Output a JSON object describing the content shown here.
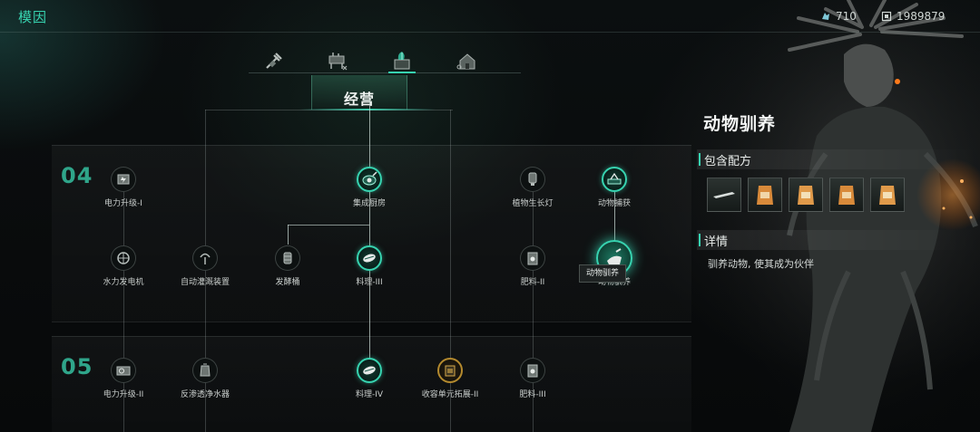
{
  "app": {
    "title": "模因"
  },
  "resources": [
    {
      "icon": "crystal-icon",
      "value": "710"
    },
    {
      "icon": "chip-icon",
      "value": "1989879"
    }
  ],
  "tabs": [
    {
      "icon": "tools-icon"
    },
    {
      "icon": "workbench-icon"
    },
    {
      "icon": "farm-plant-icon",
      "active": true
    },
    {
      "icon": "house-icon"
    }
  ],
  "category": {
    "title": "经营"
  },
  "tiers": [
    {
      "label": "04"
    },
    {
      "label": "05"
    }
  ],
  "nodes": {
    "power1": "电力升级-I",
    "kitchen": "集成厨房",
    "plantlight": "植物生长灯",
    "capture": "动物捕获",
    "hydro": "水力发电机",
    "irrigation": "自动灌溉装置",
    "ferment": "发酵桶",
    "cook3": "料理-III",
    "fert2": "肥料-II",
    "husbandry": "动物驯养",
    "power2": "电力升级-II",
    "ro": "反渗透净水器",
    "cook4": "料理-IV",
    "storage": "收容单元拓展-II",
    "fert3": "肥料-III"
  },
  "tooltip": "动物驯养",
  "detail": {
    "title": "动物驯养",
    "recipes_label": "包含配方",
    "details_label": "详情",
    "description": "驯养动物, 使其成为伙伴",
    "recipes": [
      {
        "icon": "knife-icon"
      },
      {
        "icon": "feed-bag-icon"
      },
      {
        "icon": "feed-bag-icon"
      },
      {
        "icon": "feed-bag-icon"
      },
      {
        "icon": "feed-bag-icon"
      }
    ]
  },
  "colors": {
    "accent": "#37d3b0",
    "tier_label": "#2fa58a",
    "amber": "#b48a2e"
  }
}
